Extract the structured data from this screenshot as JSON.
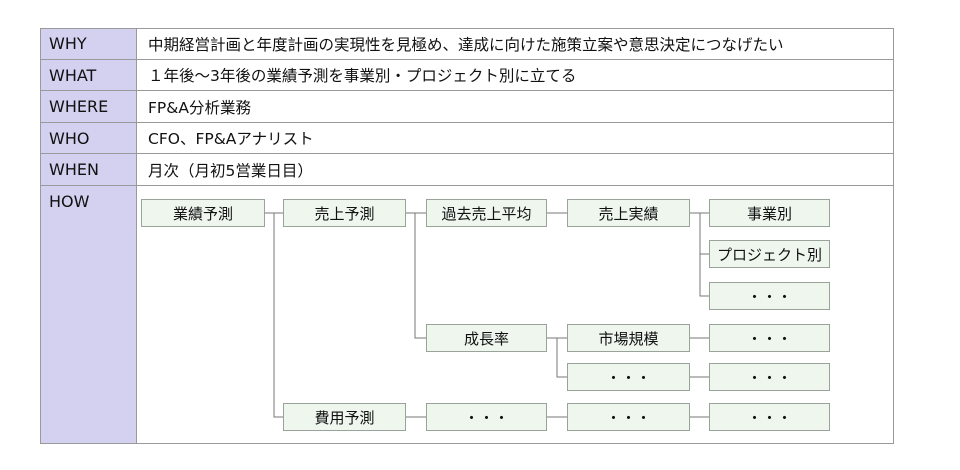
{
  "rows": {
    "why": {
      "label": "WHY",
      "value": "中期経営計画と年度計画の実現性を見極め、達成に向けた施策立案や意思決定につなげたい"
    },
    "what": {
      "label": "WHAT",
      "value": "１年後～3年後の業績予測を事業別・プロジェクト別に立てる"
    },
    "where": {
      "label": "WHERE",
      "value": "FP&A分析業務"
    },
    "who": {
      "label": "WHO",
      "value": "CFO、FP&Aアナリスト"
    },
    "when": {
      "label": "WHEN",
      "value": "月次（月初5営業日目）"
    },
    "how": {
      "label": "HOW"
    }
  },
  "tree": {
    "root": "業績予測",
    "sales_forecast": "売上予測",
    "cost_forecast": "費用予測",
    "past_sales_avg": "過去売上平均",
    "growth_rate": "成長率",
    "sales_actual": "売上実績",
    "market_size": "市場規模",
    "by_business": "事業別",
    "by_project": "プロジェクト別",
    "ellipsis": "・・・"
  }
}
